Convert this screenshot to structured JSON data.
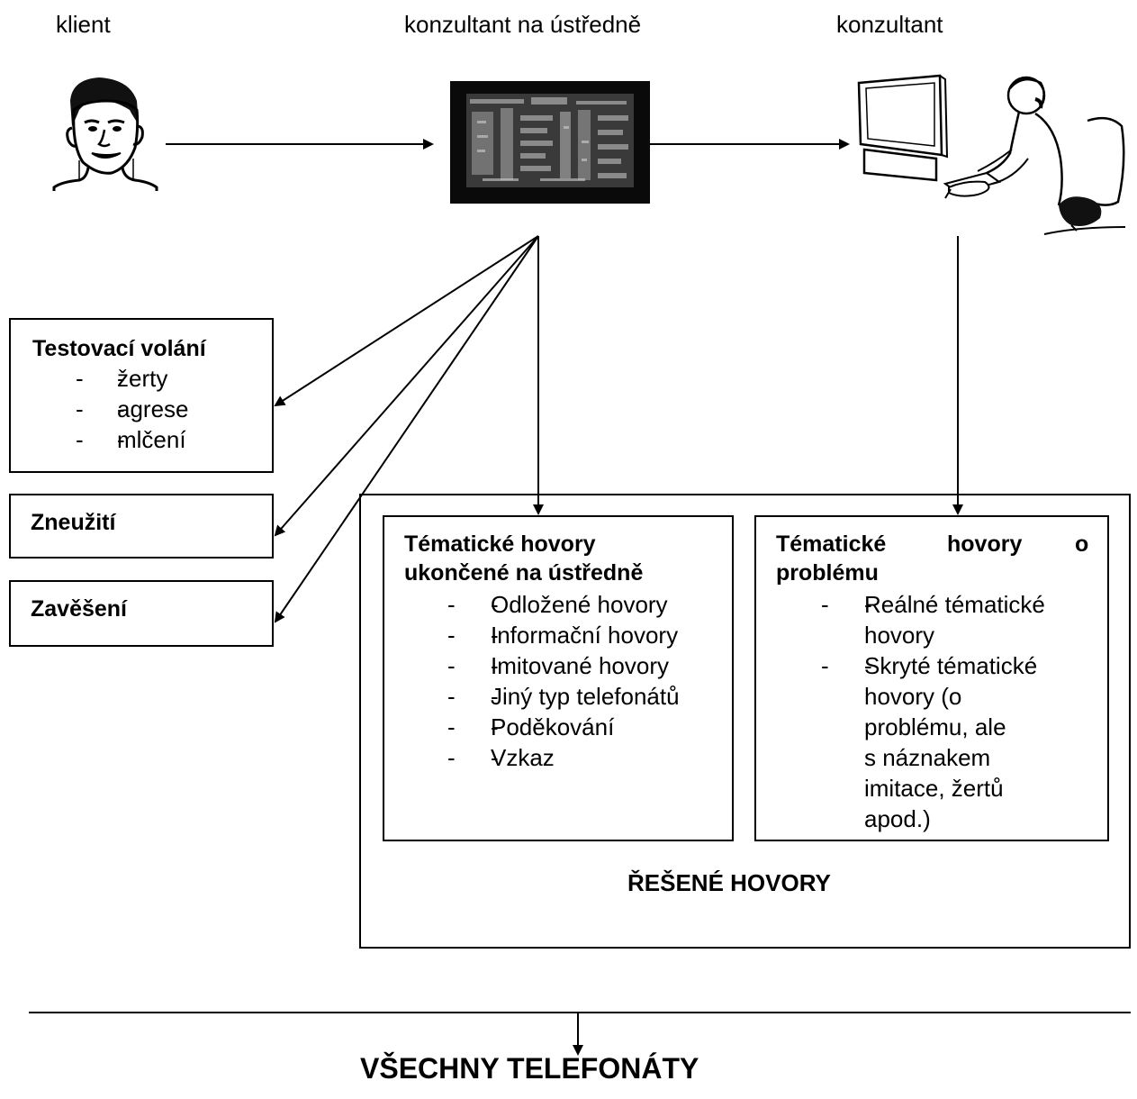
{
  "headers": {
    "client": "klient",
    "switchboard": "konzultant na ústředně",
    "consultant": "konzultant"
  },
  "test_calls": {
    "title": "Testovací volání",
    "items": [
      "žerty",
      "agrese",
      "mlčení"
    ]
  },
  "abuse": {
    "title": "Zneužití"
  },
  "hangup": {
    "title": "Zavěšení"
  },
  "topic_switchboard": {
    "title_line1": "Tématické hovory",
    "title_line2": "ukončené na ústředně",
    "items": [
      "Odložené hovory",
      "Informační hovory",
      "Imitované hovory",
      "Jiný typ telefonátů",
      "Poděkování",
      "Vzkaz"
    ]
  },
  "topic_problem": {
    "title_w1": "Tématické",
    "title_w2": "hovory",
    "title_w3": "o",
    "title_line2": "problému",
    "items": [
      [
        "Reálné tématické",
        "hovory"
      ],
      [
        "Skryté tématické",
        "hovory (o",
        "problému, ale",
        "s náznakem",
        "imitace, žertů",
        "apod.)"
      ]
    ]
  },
  "resolved_calls": "ŘEŠENÉ HOVORY",
  "all_calls": "VŠECHNY TELEFONÁTY",
  "icons": {
    "client": "client-face-icon",
    "switchboard": "switchboard-screen-icon",
    "consultant": "consultant-at-computer-icon"
  }
}
